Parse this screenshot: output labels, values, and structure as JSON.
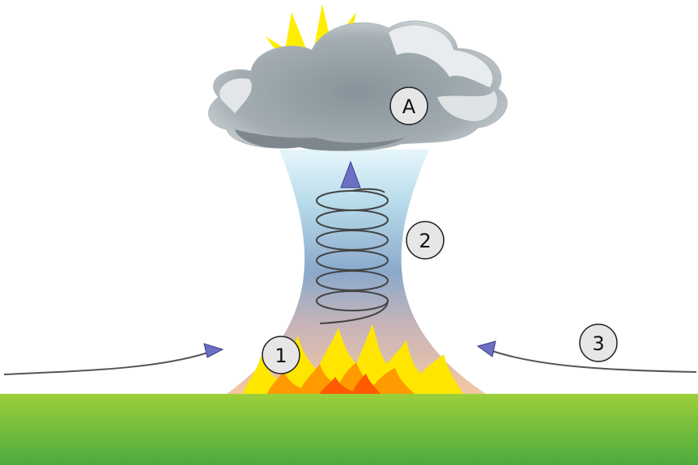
{
  "labels": {
    "cloud": "A",
    "column": "2",
    "fire": "1",
    "inflow": "3"
  },
  "colors": {
    "ground_top": "#9ccf3a",
    "ground_bottom": "#4daa3e",
    "column_top": "#d6f0f8",
    "column_mid": "#7c9fc8",
    "column_bottom": "#f0c4a0",
    "cloud_dark": "#8f999f",
    "cloud_light": "#e6e9eb",
    "sun": "#ffee00",
    "arrow": "#6c6fc4",
    "fire_outer": "#ffe600",
    "fire_inner": "#ff7a00"
  }
}
